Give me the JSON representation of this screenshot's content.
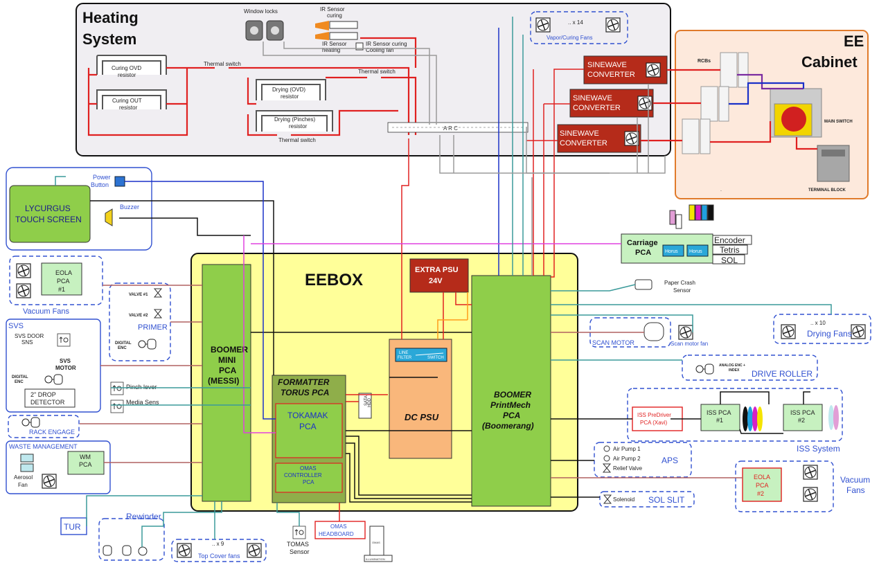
{
  "heating": {
    "title1": "Heating",
    "title2": "System",
    "window_locks": "Window locks",
    "ir_curing_1": "IR Sensor",
    "ir_curing_2": "curing",
    "ir_heating_1": "IR Sensor",
    "ir_heating_2": "heating",
    "ir_cooling_1": "IR Sensor curing",
    "ir_cooling_2": "Cooling fan",
    "curing_ovd_1": "Curing OVD",
    "curing_ovd_2": "resistor",
    "curing_out_1": "Curing OUT",
    "curing_out_2": "resistor",
    "drying_ovd_1": "Drying (OVD)",
    "drying_ovd_2": "resistor",
    "drying_pinch_1": "Drying (Pinches)",
    "drying_pinch_2": "resistor",
    "thermal_switch": "Thermal switch",
    "arc": "A R C",
    "vapor_count": ".. x 14",
    "vapor_label": "Vapor/Curing Fans",
    "sinewave_1": "SINEWAVE",
    "sinewave_2": "CONVERTER"
  },
  "ee": {
    "title1": "EE",
    "title2": "Cabinet",
    "rcbs": "RCBs",
    "main_switch": "MAIN SWITCH",
    "terminal": "TERMINAL BLOCK",
    "dot": "."
  },
  "left": {
    "power_1": "Power",
    "power_2": "Button",
    "buzzer": "Buzzer",
    "touch_1": "LYCURGUS",
    "touch_2": "TOUCH SCREEN",
    "eola1_1": "EOLA",
    "eola1_2": "PCA",
    "eola1_3": "#1",
    "vacuum": "Vacuum Fans",
    "valve1": "VALVE #1",
    "valve2": "VALVE #2",
    "primer": "PRIMER",
    "digital": "DIGITAL",
    "enc": "ENC",
    "svs": "SVS",
    "svs_door_1": "SVS DOOR",
    "svs_door_2": "SNS",
    "svs_motor_1": "SVS",
    "svs_motor_2": "MOTOR",
    "drop_1": "2\" DROP",
    "drop_2": "DETECTOR",
    "pinch": "Pinch lever",
    "media": "Media Sens",
    "rack": "RACK ENGAGE",
    "waste": "WASTE MANAGEMENT",
    "wm_1": "WM",
    "wm_2": "PCA",
    "aerosol_1": "Aerosol",
    "aerosol_2": "Fan",
    "tur": "TUR",
    "rewinder": "Rewinder",
    "topcount": ".. x 9",
    "topcover": "Top Cover fans",
    "tomas_1": "TOMAS",
    "tomas_2": "Sensor",
    "omas_head_1": "OMAS",
    "omas_head_2": "HEADBOARD",
    "omas_small": "OMAS",
    "illum": "ILLUMINATION"
  },
  "eebox": {
    "title": "EEBOX",
    "boomer_mini": [
      "BOOMER",
      "MINI",
      "PCA",
      "(MESSI)"
    ],
    "formatter": [
      "FORMATTER",
      "TORUS PCA"
    ],
    "tokamak": [
      "TOKAMAK",
      "PCA"
    ],
    "omas_ctrl": [
      "OMAS",
      "CONTROLLER",
      "PCA"
    ],
    "sata": [
      "SATA",
      "HDD"
    ],
    "extra_psu": [
      "EXTRA PSU",
      "24V"
    ],
    "dc_psu": "DC PSU",
    "line_filter": [
      "LINE",
      "FILTER"
    ],
    "switch": "SWITCH",
    "printmech": [
      "BOOMER",
      "PrintMech",
      "PCA",
      "(Boomerang)"
    ]
  },
  "right": {
    "carriage": [
      "Carriage",
      "PCA"
    ],
    "horus": "Horus",
    "encoder": "Encoder",
    "tetris": "Tetris",
    "sol": "SOL",
    "paper_crash": [
      "Paper Crash",
      "Sensor"
    ],
    "scan_motor": "SCAN MOTOR",
    "scan_fan": "Scan motor fan",
    "drying_count": ".. x 10",
    "drying_fans": "Drying Fans",
    "analog_enc": [
      "ANALOG ENC +",
      "INDEX"
    ],
    "drive_roller": "DRIVE ROLLER",
    "iss_pre": [
      "ISS PreDriver",
      "PCA (Xavi)"
    ],
    "iss1": [
      "ISS PCA",
      "#1"
    ],
    "iss2": [
      "ISS PCA",
      "#2"
    ],
    "iss_system": "ISS System",
    "air1": "Air Pump 1",
    "air2": "Air Pump 2",
    "relief": "Relief Valve",
    "aps": "APS",
    "eola2": [
      "EOLA",
      "PCA",
      "#2"
    ],
    "vacuum2": [
      "Vacuum",
      "Fans"
    ],
    "solenoid": "Solenoid",
    "sol_slit": "SOL SLIT"
  },
  "colors": {
    "red": "#e02020",
    "blue": "#1a30c8",
    "green_dark": "#2a8a2a",
    "teal": "#3a9a9a",
    "black": "#111111",
    "gray": "#9a9a9a",
    "magenta": "#e040e0",
    "orange": "#ff9c1a",
    "eebox_fill": "#ffff99",
    "pca_green": "#8fce4a",
    "heating_fill": "#f0eef2",
    "ee_fill": "#fde9dc"
  }
}
